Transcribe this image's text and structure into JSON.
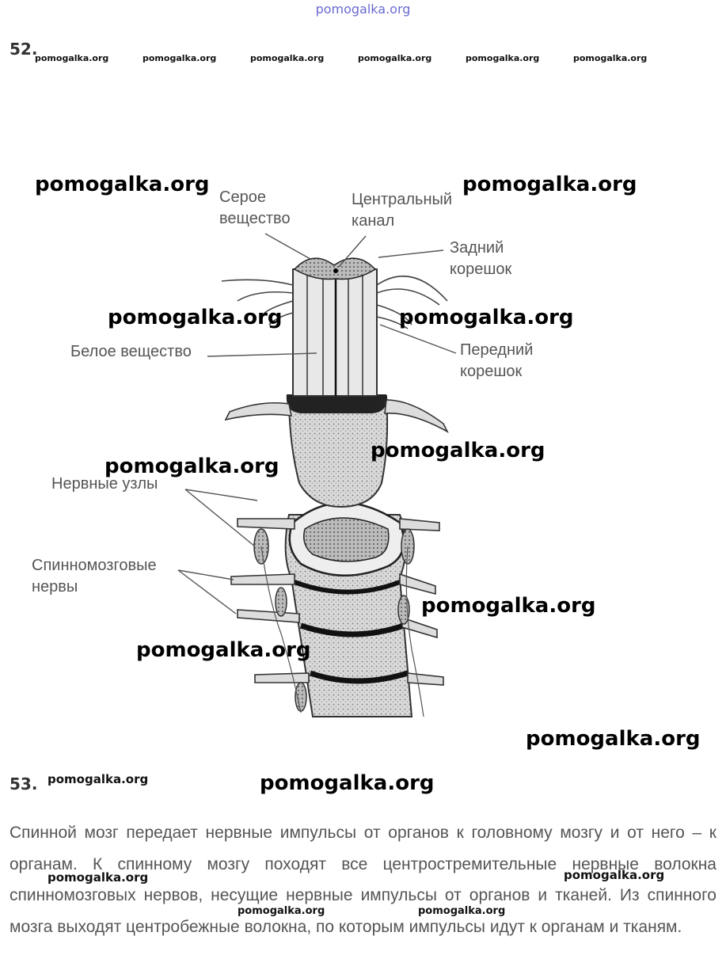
{
  "watermark": "pomogalka.org",
  "task52": {
    "number": "52."
  },
  "task53": {
    "number": "53."
  },
  "figure": {
    "labels": {
      "grey_matter": [
        "Серое",
        "вещество"
      ],
      "central_canal": [
        "Центральный",
        "канал"
      ],
      "posterior_root": [
        "Задний",
        "корешок"
      ],
      "white_matter": "Белое вещество",
      "anterior_root": [
        "Передний",
        "корешок"
      ],
      "nerve_ganglia": "Нервные узлы",
      "spinal_nerves": [
        "Спинномозговые",
        "нервы"
      ]
    }
  },
  "answer_text": "Спинной мозг передает нервные импульсы от органов к головному мозгу и от него – к органам. К спинному мозгу походят все центростремительные нервные волокна спинномозговых нервов, несущие нервные импульсы от органов и тканей. Из спинного мозга выходят центробежные волокна, по которым импульсы идут к органам и тканям."
}
